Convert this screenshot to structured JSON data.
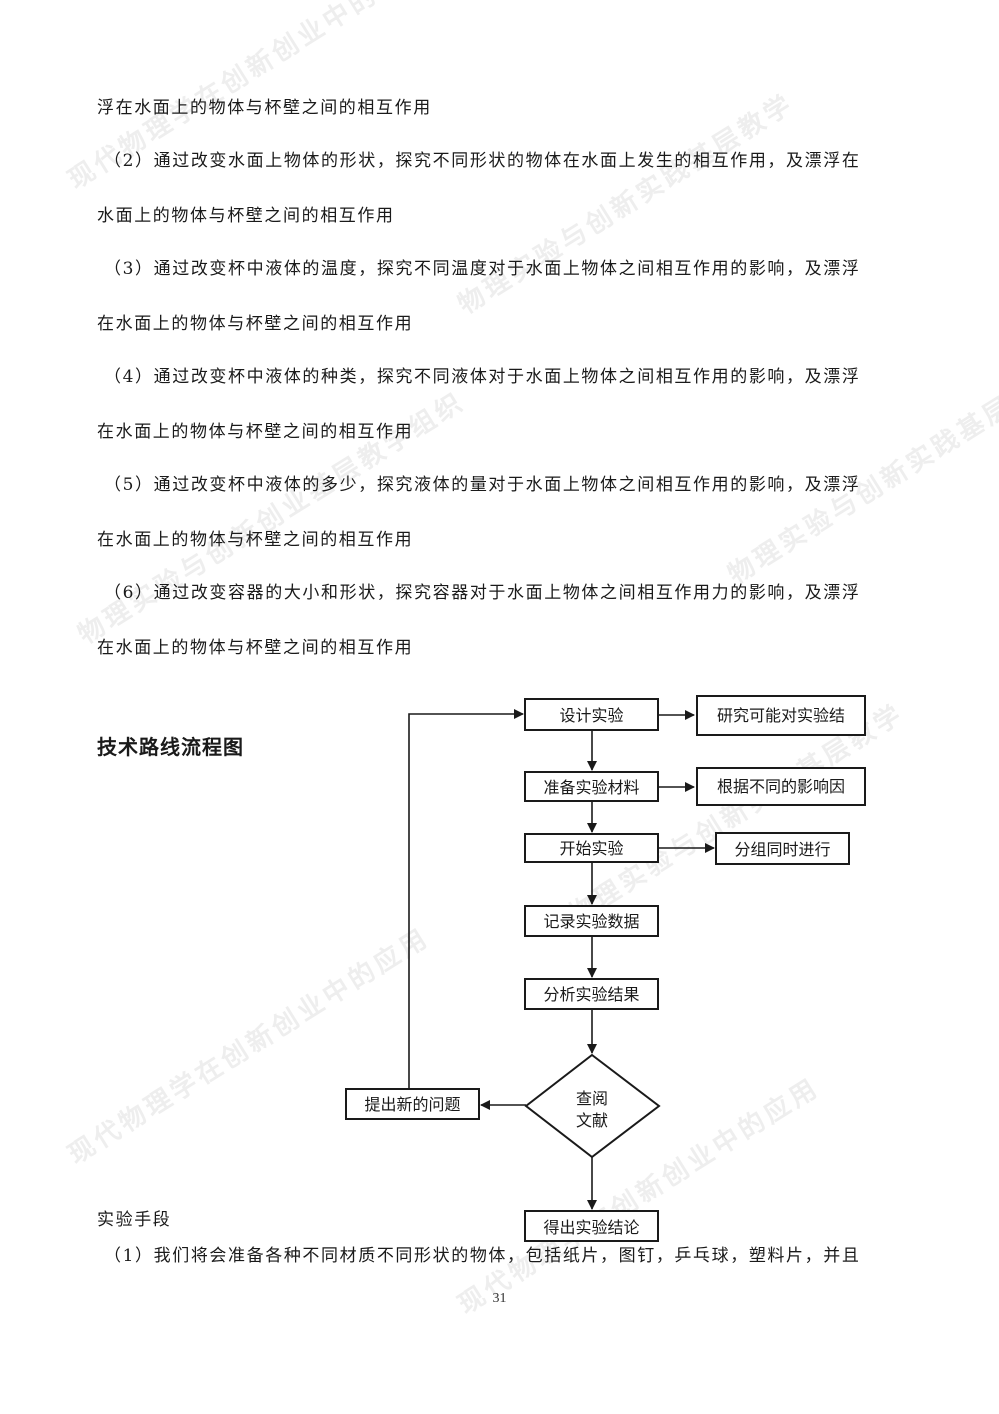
{
  "body_lines": [
    "浮在水面上的物体与杯壁之间的相互作用",
    "（2）通过改变水面上物体的形状，探究不同形状的物体在水面上发生的相互作用，及漂浮在",
    "水面上的物体与杯壁之间的相互作用",
    "（3）通过改变杯中液体的温度，探究不同温度对于水面上物体之间相互作用的影响，及漂浮",
    "在水面上的物体与杯壁之间的相互作用",
    "（4）通过改变杯中液体的种类，探究不同液体对于水面上物体之间相互作用的影响，及漂浮",
    "在水面上的物体与杯壁之间的相互作用",
    "（5）通过改变杯中液体的多少，探究液体的量对于水面上物体之间相互作用的影响，及漂浮",
    "在水面上的物体与杯壁之间的相互作用",
    "（6）通过改变容器的大小和形状，探究容器对于水面上物体之间相互作用力的影响，及漂浮",
    "在水面上的物体与杯壁之间的相互作用"
  ],
  "section_heading": "技术路线流程图",
  "flowchart": {
    "design": "设计实验",
    "research": "研究可能对实验结",
    "prepare": "准备实验材料",
    "factors": "根据不同的影响因",
    "start": "开始实验",
    "groups": "分组同时进行",
    "record": "记录实验数据",
    "analyze": "分析实验结果",
    "lookup_line1": "查阅",
    "lookup_line2": "文献",
    "new_question": "提出新的问题",
    "conclusion": "得出实验结论"
  },
  "methods_label": "实验手段",
  "methods_line1": "（1）我们将会准备各种不同材质不同形状的物体，包括纸片，图钉，乒乓球，塑料片，并且",
  "page_number": "31",
  "watermarks": [
    "现代物理学在创新创业中的应用",
    "物理实验与创新实践基层教学",
    "物理实验与创新创业基层教学组织",
    "现代物理学在创新创业中的应用",
    "物理实验与创新实践基层教学",
    "现代物理学在创新创业中的应用",
    "物理实验与创新实践基层教学"
  ]
}
